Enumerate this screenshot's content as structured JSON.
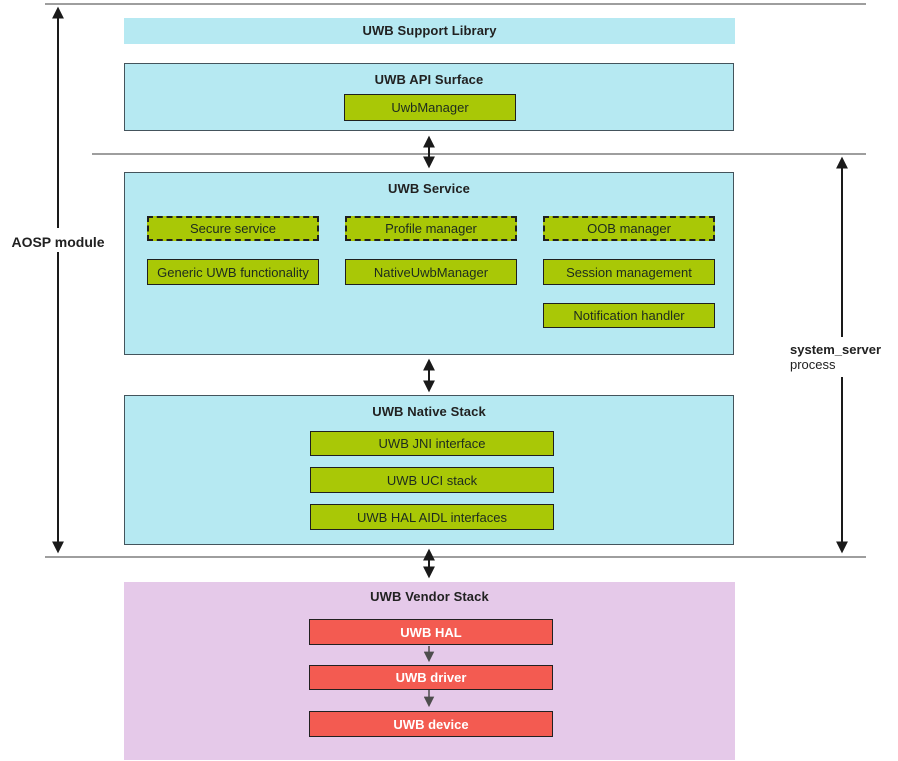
{
  "labels": {
    "aosp_module": "AOSP module",
    "system_server": "system_server",
    "process": "process"
  },
  "layers": {
    "support_library": {
      "title": "UWB Support Library"
    },
    "api_surface": {
      "title": "UWB API Surface",
      "items": [
        "UwbManager"
      ]
    },
    "service": {
      "title": "UWB Service",
      "dashed_items": [
        "Secure service",
        "Profile manager",
        "OOB manager"
      ],
      "solid_items": [
        "Generic UWB functionality",
        "NativeUwbManager",
        "Session management"
      ],
      "extra_items": [
        "Notification handler"
      ]
    },
    "native_stack": {
      "title": "UWB Native Stack",
      "items": [
        "UWB JNI interface",
        "UWB UCI stack",
        "UWB HAL AIDL interfaces"
      ]
    },
    "vendor_stack": {
      "title": "UWB Vendor Stack",
      "items": [
        "UWB HAL",
        "UWB driver",
        "UWB device"
      ]
    }
  },
  "colors": {
    "cyan": "#B6E9F2",
    "green": "#A9C806",
    "red": "#F35B51",
    "purple": "#E5C9E9",
    "line": "#9E9E9E",
    "box_border": "#44545C",
    "arrow": "#1A1A1A",
    "arrow_sm": "#4D4D4D"
  }
}
